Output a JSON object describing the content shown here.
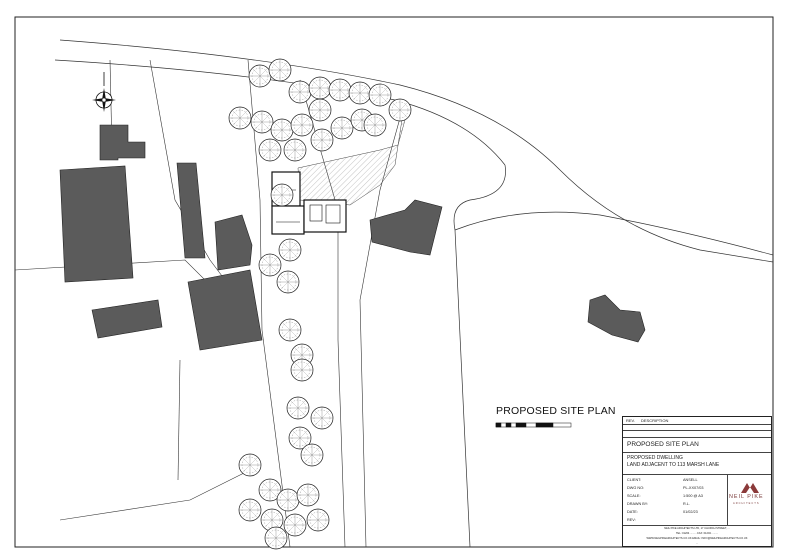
{
  "drawing": {
    "title": "PROPOSED SITE PLAN"
  },
  "title_block": {
    "rev_header": "REV.",
    "description_header": "DESCRIPTION",
    "sheet_title": "PROPOSED SITE PLAN",
    "project_line1": "PROPOSED DWELLING",
    "project_line2": "LAND ADJACENT TO 113 MARSH LANE",
    "fields": [
      {
        "label": "CLIENT:",
        "value": "ANSELL"
      },
      {
        "label": "DWG NO:",
        "value": "PL-XX07/03"
      },
      {
        "label": "SCALE:",
        "value": "1:500 @ A3"
      },
      {
        "label": "DRAWN BY:",
        "value": "R.L."
      },
      {
        "label": "DATE:",
        "value": "01/02/23"
      },
      {
        "label": "REV:",
        "value": ""
      }
    ],
    "logo_name": "NEIL PIKE",
    "logo_sub": "ARCHITECTS",
    "footer": [
      "NEIL PIKE ARCHITECTS LTD, 17 CHURCH STREET, ...",
      "TEL: 01204 .........                FAX: 01204 .........",
      "WWW.NEILPIKEARCHITECTS.CO.UK      EMAIL: INFO@NEILPIKEARCHITECTS.CO.UK",
      "..."
    ]
  }
}
